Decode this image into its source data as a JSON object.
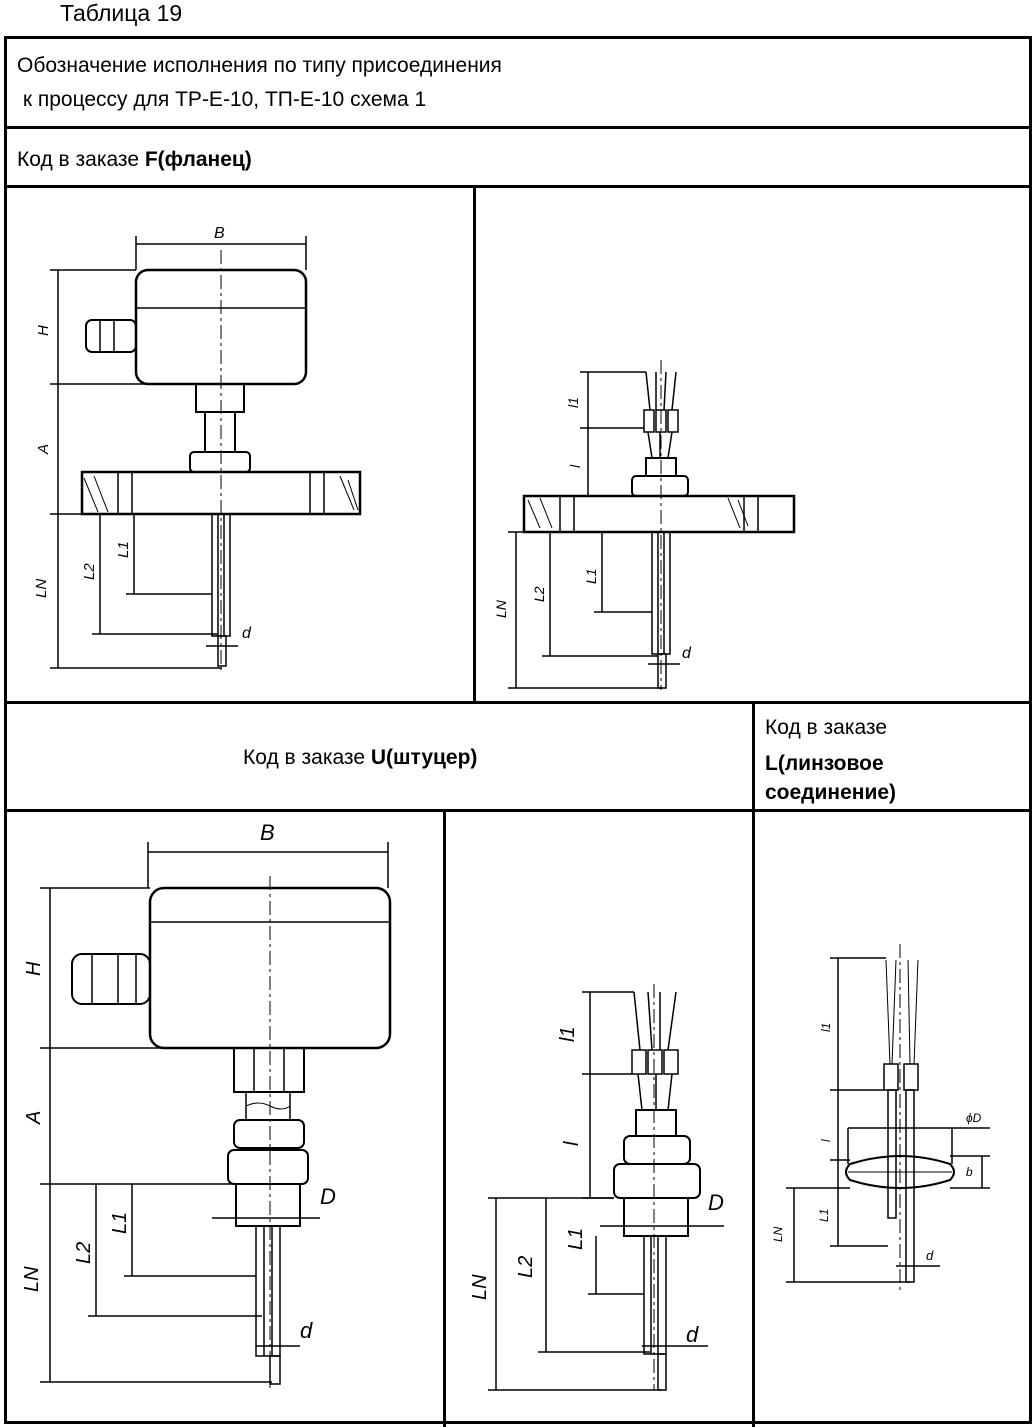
{
  "caption": "Таблица 19",
  "header": {
    "line1": "Обозначение исполнения по типу присоединения",
    "line2": " к процессу для ТР-Е-10, ТП-Е-10 схема 1"
  },
  "flange": {
    "prefix": "Код в заказе ",
    "code": "F(фланец)"
  },
  "fitting": {
    "prefix": "Код в заказе ",
    "code": "U(штуцер)"
  },
  "lens": {
    "prefix": "Код в заказе",
    "code_line1": "L(линзовое",
    "code_line2": "соединение)"
  },
  "dims": {
    "B": "B",
    "H": "H",
    "A": "A",
    "LN": "LN",
    "L1": "L1",
    "L2": "L2",
    "d": "d",
    "D": "D",
    "l": "l",
    "l1": "l1",
    "b": "b",
    "phiD": "ϕD"
  }
}
